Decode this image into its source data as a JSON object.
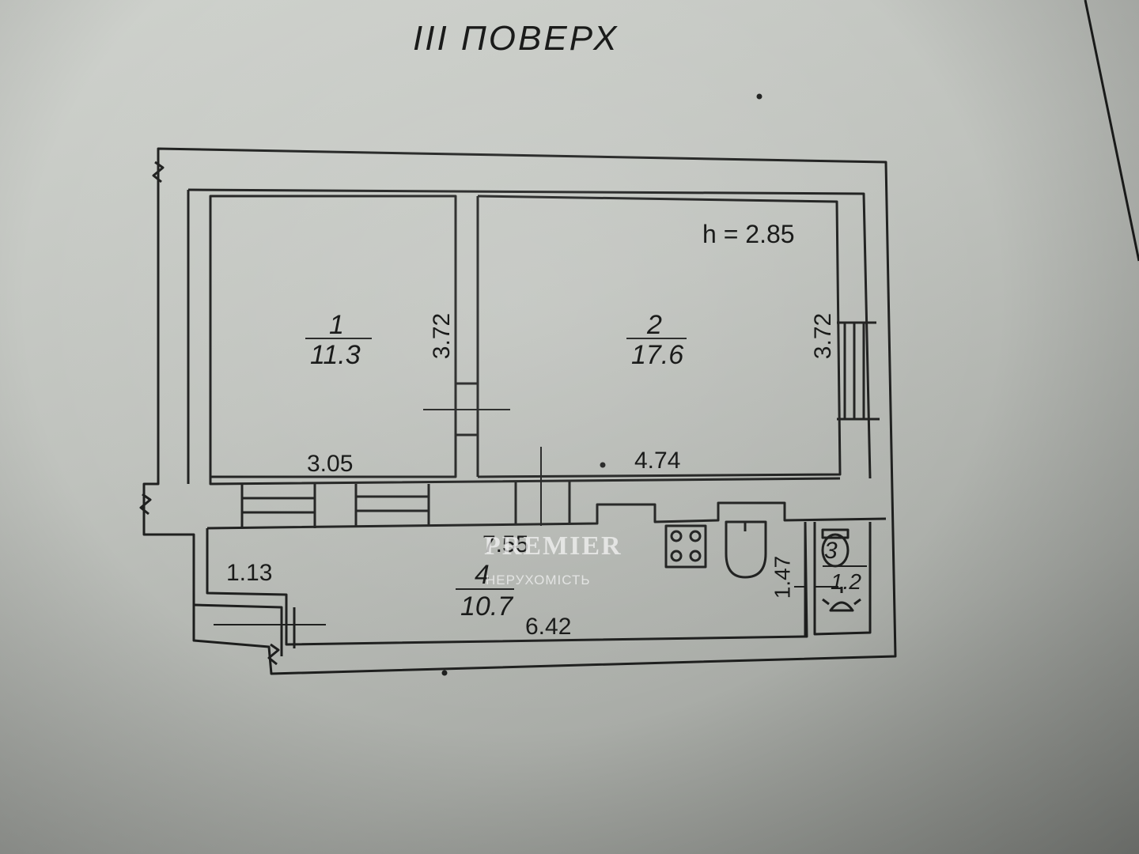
{
  "plan": {
    "floor_label": "III ПОВЕРХ",
    "ceiling_height": "h = 2.85",
    "rooms": [
      {
        "number": "1",
        "area": "11.3"
      },
      {
        "number": "2",
        "area": "17.6"
      },
      {
        "number": "3",
        "area": "1.2"
      },
      {
        "number": "4",
        "area": "10.7"
      }
    ],
    "dimensions": {
      "room1_width": "3.05",
      "room1_height": "3.72",
      "room2_width": "4.74",
      "room2_height": "3.72",
      "corridor_length": "7.55",
      "kitchen_width": "6.42",
      "entry_width": "1.13",
      "bathroom_height": "1.47"
    },
    "watermark": {
      "brand": "PREMIER",
      "subtitle": "НЕРУХОМІСТЬ"
    },
    "colors": {
      "paper": "#c4c7c2",
      "line": "#1a1b1a"
    }
  }
}
